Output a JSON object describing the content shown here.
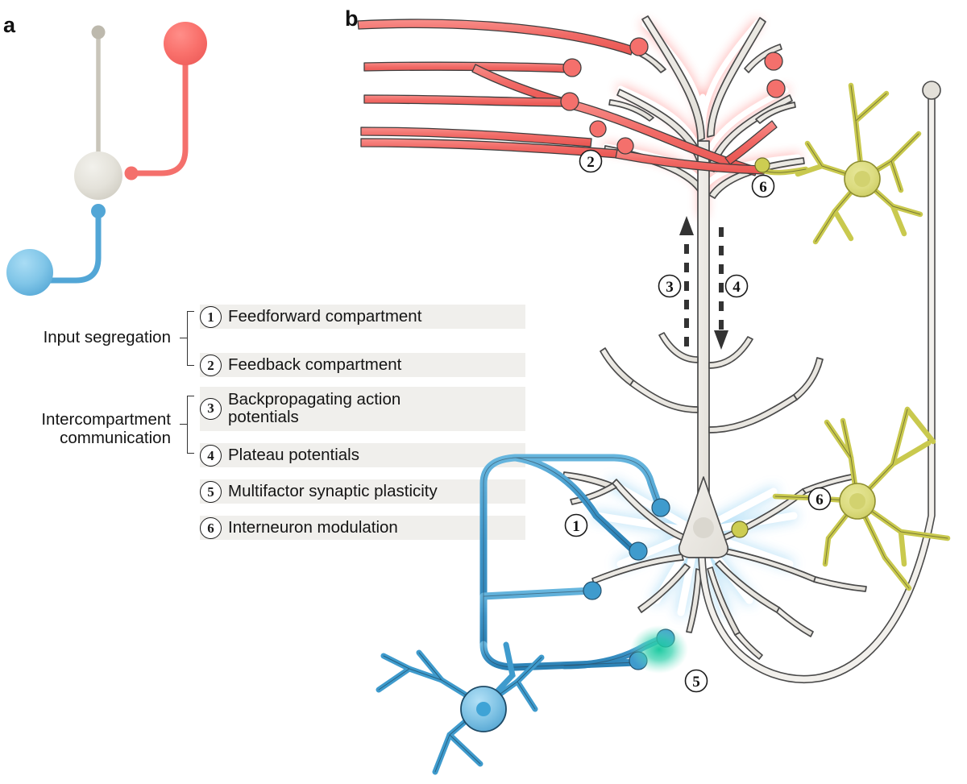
{
  "figure": {
    "panels": [
      {
        "id": "a",
        "label": "a"
      },
      {
        "id": "b",
        "label": "b"
      }
    ]
  },
  "legend": {
    "groups": [
      {
        "label": "Input segregation",
        "items": [
          1,
          2
        ]
      },
      {
        "label": "Intercompartment\ncommunication",
        "items": [
          3,
          4
        ]
      }
    ],
    "items": [
      {
        "number": "1",
        "text": "Feedforward compartment"
      },
      {
        "number": "2",
        "text": "Feedback compartment"
      },
      {
        "number": "3",
        "text": "Backpropagating action\npotentials"
      },
      {
        "number": "4",
        "text": "Plateau potentials"
      },
      {
        "number": "5",
        "text": "Multifactor synaptic plasticity"
      },
      {
        "number": "6",
        "text": "Interneuron modulation"
      }
    ]
  },
  "diagram_labels": {
    "b_one": "1",
    "b_two": "2",
    "b_three": "3",
    "b_four": "4",
    "b_five": "5",
    "b_six_top": "6",
    "b_six_bottom": "6"
  },
  "colors": {
    "feedforward_blue": "#2e8bc4",
    "feedforward_blue_light": "#8fcdee",
    "feedback_red": "#ef5f5c",
    "feedback_red_light": "#fa9b97",
    "interneuron_olive": "#c8c84b",
    "interneuron_olive_fill": "#dcdc86",
    "pyramidal_gray_fill": "#e9e7e2",
    "pyramidal_gray_stroke": "#4a4a4a",
    "plasticity_teal": "#1fc8a0",
    "legend_band": "#f0efec",
    "text": "#141414"
  }
}
